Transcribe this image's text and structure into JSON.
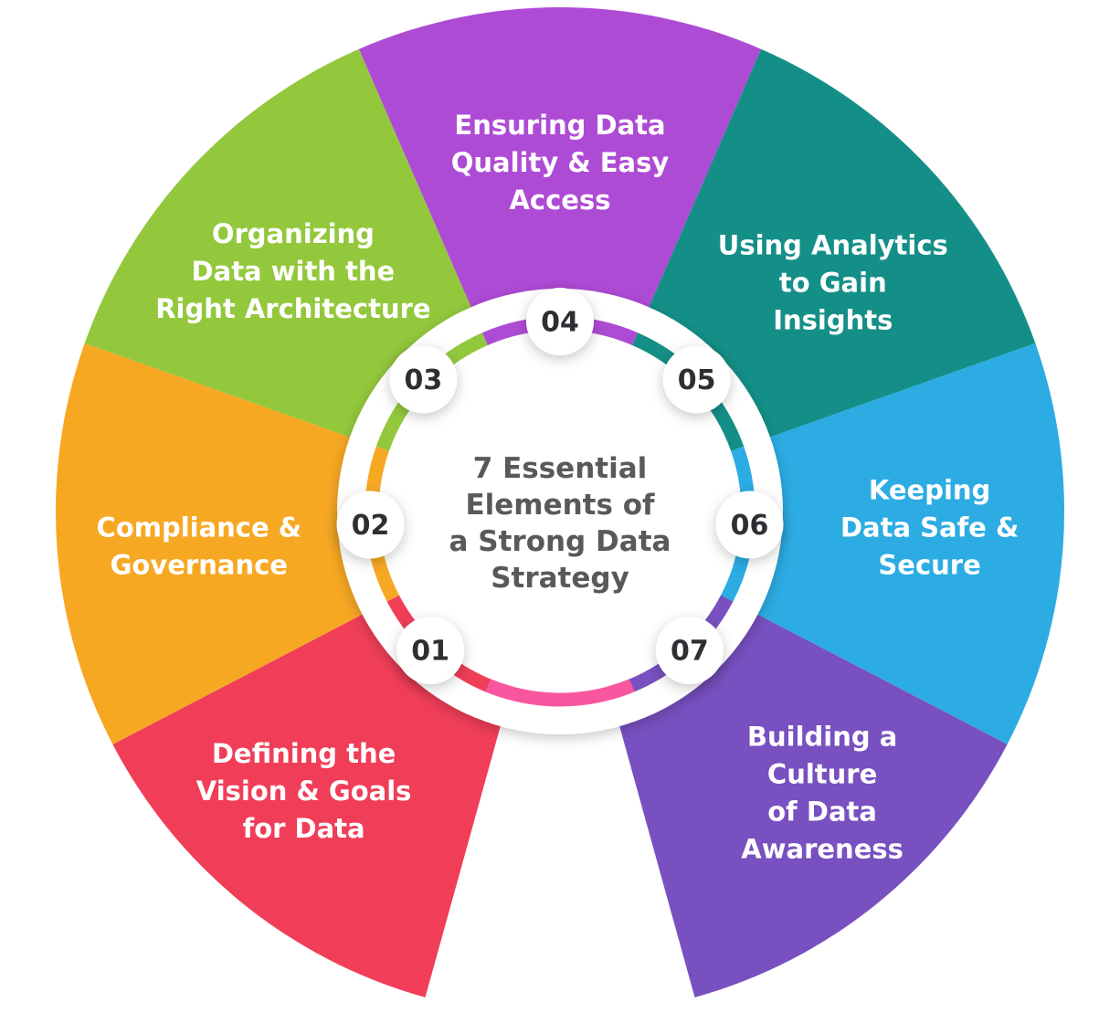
{
  "title": {
    "lines": [
      "7 Essential",
      "Elements of",
      "a Strong Data",
      "Strategy"
    ],
    "color": "#58595B"
  },
  "label_text_color": "#FFFFFF",
  "badge": {
    "fill": "#FFFFFF",
    "text_color": "#2E2E33"
  },
  "gap_ring": {
    "color": "#F8569F",
    "start_angle": 157.5,
    "end_angle": 202.5
  },
  "segments": [
    {
      "number": "01",
      "color": "#F03E58",
      "start_angle": -164.5,
      "end_angle": -117.5,
      "badge_angle": -137,
      "label_angle": -137.5,
      "label_radius": 415,
      "label_lines": [
        "Defining the",
        "Vision & Goals",
        "for Data"
      ]
    },
    {
      "number": "02",
      "color": "#F7A823",
      "start_angle": -117.5,
      "end_angle": -70.5,
      "badge_angle": -94,
      "label_angle": -95.5,
      "label_radius": 397,
      "label_lines": [
        "Compliance &",
        "Governance"
      ]
    },
    {
      "number": "03",
      "color": "#93C83D",
      "start_angle": -70.5,
      "end_angle": -23.5,
      "badge_angle": -46,
      "label_angle": -48,
      "label_radius": 393,
      "label_lines": [
        "Organizing",
        "Data with the",
        "Right Architecture"
      ]
    },
    {
      "number": "04",
      "color": "#AE4BD5",
      "start_angle": -23.5,
      "end_angle": 23.5,
      "badge_angle": 0,
      "label_angle": 0,
      "label_radius": 382,
      "label_lines": [
        "Ensuring Data",
        "Quality & Easy",
        "Access"
      ]
    },
    {
      "number": "05",
      "color": "#148F87",
      "start_angle": 23.5,
      "end_angle": 70.5,
      "badge_angle": 46,
      "label_angle": 50,
      "label_radius": 390,
      "label_lines": [
        "Using Analytics",
        "to Gain",
        "Insights"
      ]
    },
    {
      "number": "06",
      "color": "#2CACE3",
      "start_angle": 70.5,
      "end_angle": 117.5,
      "badge_angle": 94,
      "label_angle": 92.5,
      "label_radius": 405,
      "label_lines": [
        "Keeping",
        "Data Safe &",
        "Secure"
      ]
    },
    {
      "number": "07",
      "color": "#7850C0",
      "start_angle": 117.5,
      "end_angle": 164.5,
      "badge_angle": 137,
      "label_angle": 137,
      "label_radius": 421,
      "label_lines": [
        "Building a",
        "Culture",
        "of Data",
        "Awareness"
      ]
    }
  ]
}
